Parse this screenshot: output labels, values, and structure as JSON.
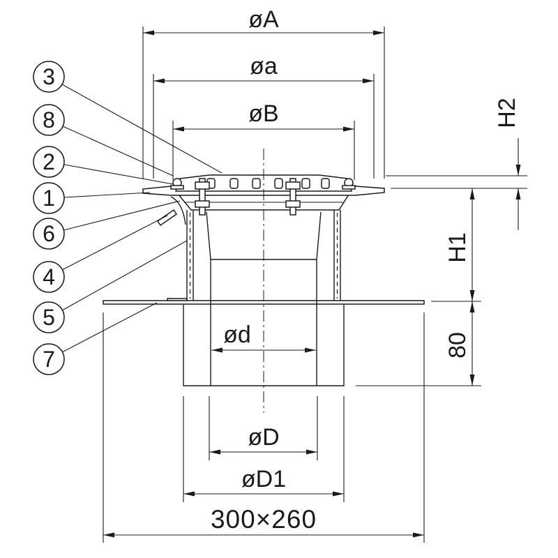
{
  "dimensions": {
    "A": "øA",
    "a": "øa",
    "B": "øB",
    "H2": "H2",
    "H1": "H1",
    "h80": "80",
    "d": "ød",
    "D": "øD",
    "D1": "øD1",
    "flange": "300×260"
  },
  "callouts": [
    "3",
    "8",
    "2",
    "1",
    "6",
    "4",
    "5",
    "7"
  ],
  "colors": {
    "line": "#1a1a1a",
    "background": "#ffffff"
  }
}
